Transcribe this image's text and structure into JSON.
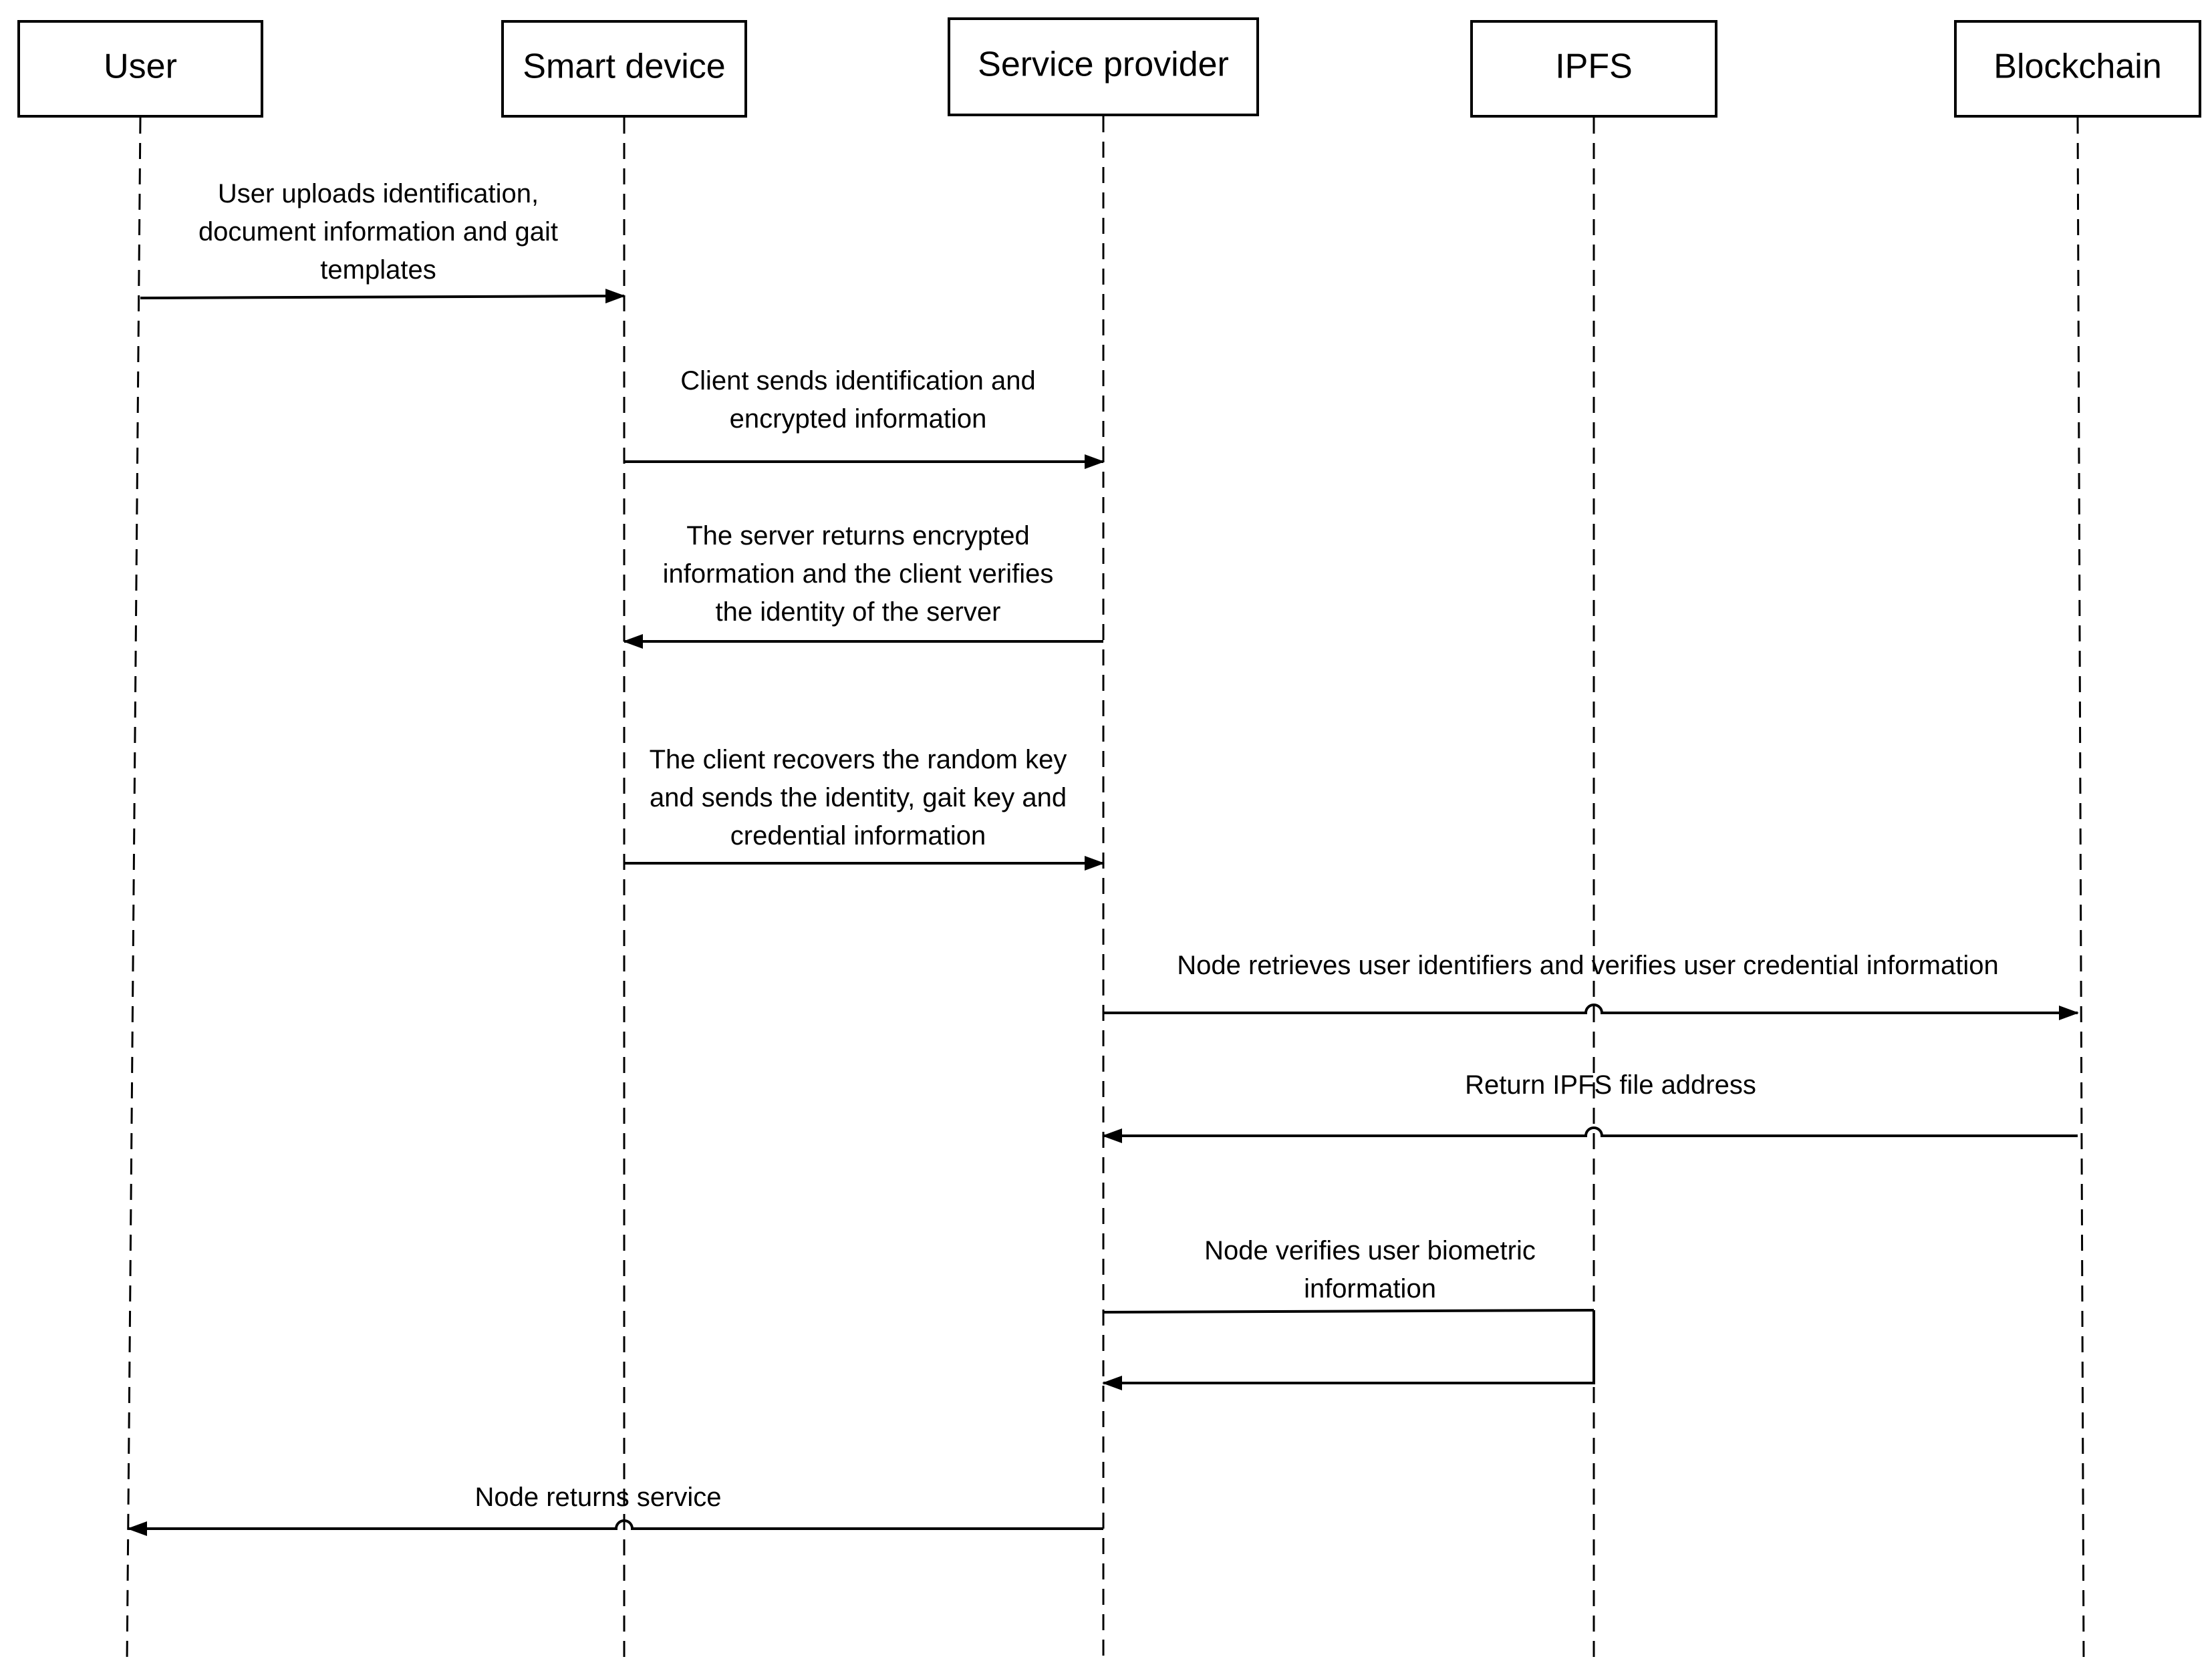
{
  "actors": [
    {
      "id": "user",
      "label": "User"
    },
    {
      "id": "device",
      "label": "Smart device"
    },
    {
      "id": "sp",
      "label": "Service provider"
    },
    {
      "id": "ipfs",
      "label": "IPFS"
    },
    {
      "id": "bc",
      "label": "Blockchain"
    }
  ],
  "messages": [
    {
      "from": "user",
      "to": "device",
      "lines": [
        "User uploads identification,",
        "document information and gait",
        "templates"
      ]
    },
    {
      "from": "device",
      "to": "sp",
      "lines": [
        "Client sends identification and",
        "encrypted information"
      ]
    },
    {
      "from": "sp",
      "to": "device",
      "lines": [
        "The server returns encrypted",
        "information and the client verifies",
        "the identity of the server"
      ]
    },
    {
      "from": "device",
      "to": "sp",
      "lines": [
        "The client recovers the random key",
        "and sends the identity, gait key and",
        "credential information"
      ]
    },
    {
      "from": "sp",
      "to": "bc",
      "lines": [
        "Node retrieves user identifiers and verifies user credential information"
      ]
    },
    {
      "from": "bc",
      "to": "sp",
      "lines": [
        "Return IPFS file address"
      ]
    },
    {
      "from": "sp",
      "to": "ipfs",
      "lines": [
        "Node verifies user biometric",
        "information"
      ]
    },
    {
      "from": "ipfs",
      "to": "sp",
      "lines": []
    },
    {
      "from": "sp",
      "to": "user",
      "lines": [
        "Node returns  service"
      ]
    }
  ]
}
